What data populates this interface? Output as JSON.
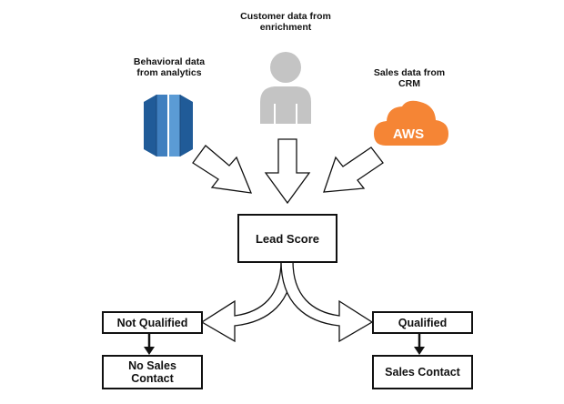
{
  "sources": {
    "analytics": "Behavioral data from analytics",
    "enrichment": "Customer data from enrichment",
    "crm": "Sales data from CRM"
  },
  "aws_logo_text": "AWS",
  "nodes": {
    "lead_score": "Lead Score",
    "not_qualified": "Not Qualified",
    "qualified": "Qualified",
    "no_sales_contact": "No Sales Contact",
    "sales_contact": "Sales Contact"
  },
  "colors": {
    "redshift_blue_dark": "#205b98",
    "redshift_blue": "#3f7fbf",
    "redshift_blue_light": "#5b9bd5",
    "person_gray": "#c4c4c4",
    "aws_orange": "#f58535"
  }
}
